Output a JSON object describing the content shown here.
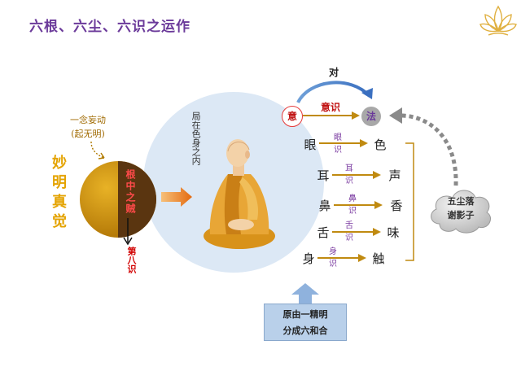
{
  "title": "六根、六尘、六识之运作",
  "colors": {
    "title": "#6b3a9a",
    "gold": "#e4a300",
    "red": "#c01010",
    "purple": "#7a3aa0",
    "circle": "#dce8f5",
    "box": "#b9d0ea"
  },
  "left": {
    "thought_line1": "一念妄动",
    "thought_line2": "(起无明)",
    "miaoming": "妙明真觉",
    "orb_label": "根中之贼",
    "eighth": "第八识"
  },
  "center": {
    "vertical_note": "局在色身之内"
  },
  "right": {
    "dui": "对",
    "yi": "意",
    "yishi": "意识",
    "fa": "法",
    "pairs": [
      {
        "organ": "眼",
        "consciousness": "眼识",
        "object": "色"
      },
      {
        "organ": "耳",
        "consciousness": "耳识",
        "object": "声"
      },
      {
        "organ": "鼻",
        "consciousness": "鼻识",
        "object": "香"
      },
      {
        "organ": "舌",
        "consciousness": "舌识",
        "object": "味"
      },
      {
        "organ": "身",
        "consciousness": "身识",
        "object": "触"
      }
    ],
    "cloud_line1": "五尘落",
    "cloud_line2": "谢影子"
  },
  "bottom_box": {
    "line1": "原由一精明",
    "line2": "分成六和合"
  },
  "icons": [
    "lotus-icon",
    "monk-figure",
    "cloud-icon",
    "arrow-icon"
  ]
}
